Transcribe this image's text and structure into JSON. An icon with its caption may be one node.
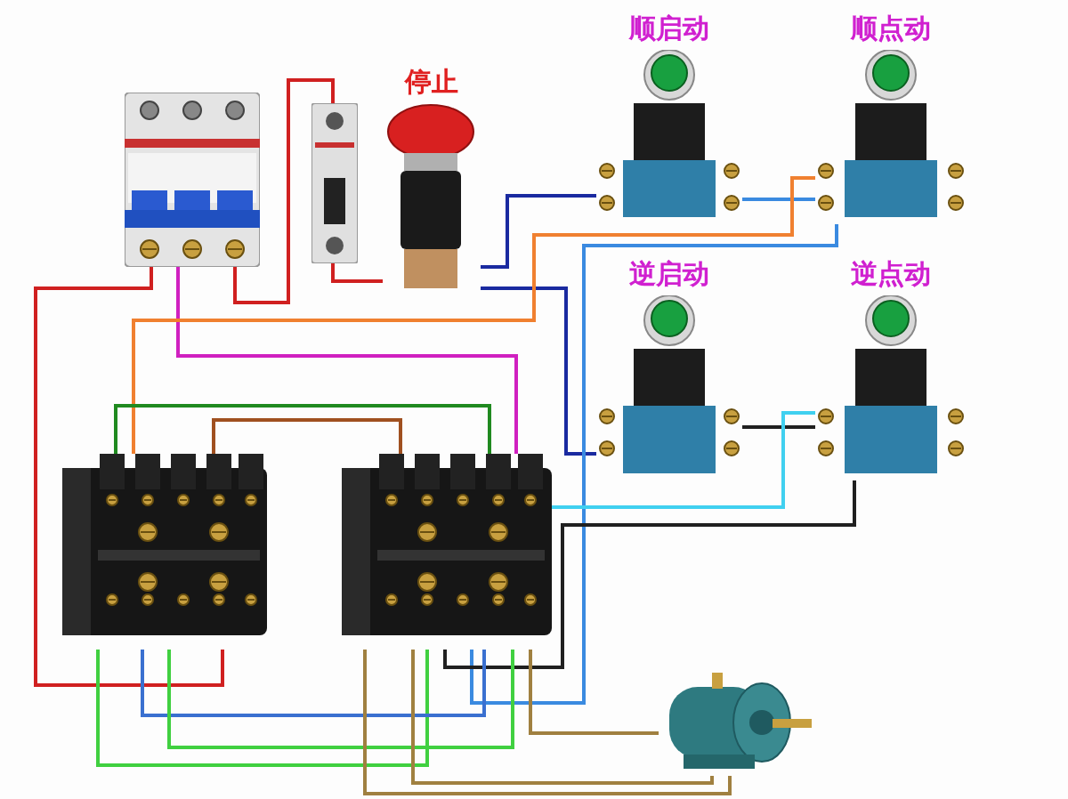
{
  "diagram": {
    "nodes": [
      {
        "text": [],
        "shape": "picture"
      },
      {
        "text": [],
        "shape": "picture"
      },
      {
        "text": [
          "停止"
        ]
      },
      {
        "text": [
          "顺启动"
        ]
      },
      {
        "text": [
          "顺点动"
        ]
      },
      {
        "text": [
          "逆启动"
        ]
      },
      {
        "text": [
          "逆点动"
        ]
      },
      {
        "text": [],
        "shape": "picture"
      },
      {
        "text": [],
        "shape": "picture"
      },
      {
        "text": [],
        "shape": "picture"
      }
    ],
    "edges": [
      {
        "from": 0,
        "to": 1,
        "arrow": "none",
        "color": "#d02020"
      },
      {
        "from": 1,
        "to": 2,
        "arrow": "none",
        "color": "#d02020"
      },
      {
        "from": 0,
        "to": 7,
        "arrow": "none",
        "color": "#d02020"
      },
      {
        "from": 0,
        "to": 8,
        "arrow": "none",
        "color": "#d020c0"
      },
      {
        "from": 2,
        "to": 3,
        "arrow": "none",
        "color": "#1a2aa0"
      },
      {
        "from": 2,
        "to": 5,
        "arrow": "none",
        "color": "#1a2aa0"
      },
      {
        "from": 3,
        "to": 4,
        "arrow": "none",
        "color": "#3a8ae0"
      },
      {
        "from": 4,
        "to": 7,
        "arrow": "none",
        "color": "#f08030"
      },
      {
        "from": 4,
        "to": 8,
        "arrow": "none",
        "color": "#3a8ae0"
      },
      {
        "from": 5,
        "to": 6,
        "arrow": "none",
        "color": "#202020"
      },
      {
        "from": 6,
        "to": 8,
        "arrow": "none",
        "color": "#40d0f0"
      },
      {
        "from": 6,
        "to": 8,
        "arrow": "none",
        "color": "#202020"
      },
      {
        "from": 7,
        "to": 8,
        "arrow": "none",
        "color": "#208a20"
      },
      {
        "from": 7,
        "to": 8,
        "arrow": "none",
        "color": "#a05020"
      },
      {
        "from": 7,
        "to": 8,
        "arrow": "none",
        "color": "#40d040"
      },
      {
        "from": 7,
        "to": 8,
        "arrow": "none",
        "color": "#3a70d0"
      },
      {
        "from": 7,
        "to": 8,
        "arrow": "none",
        "color": "#40d040"
      },
      {
        "from": 8,
        "to": 9,
        "arrow": "none",
        "color": "#a08040"
      },
      {
        "from": 8,
        "to": 9,
        "arrow": "none",
        "color": "#a08040"
      },
      {
        "from": 8,
        "to": 9,
        "arrow": "none",
        "color": "#a08040"
      }
    ]
  }
}
